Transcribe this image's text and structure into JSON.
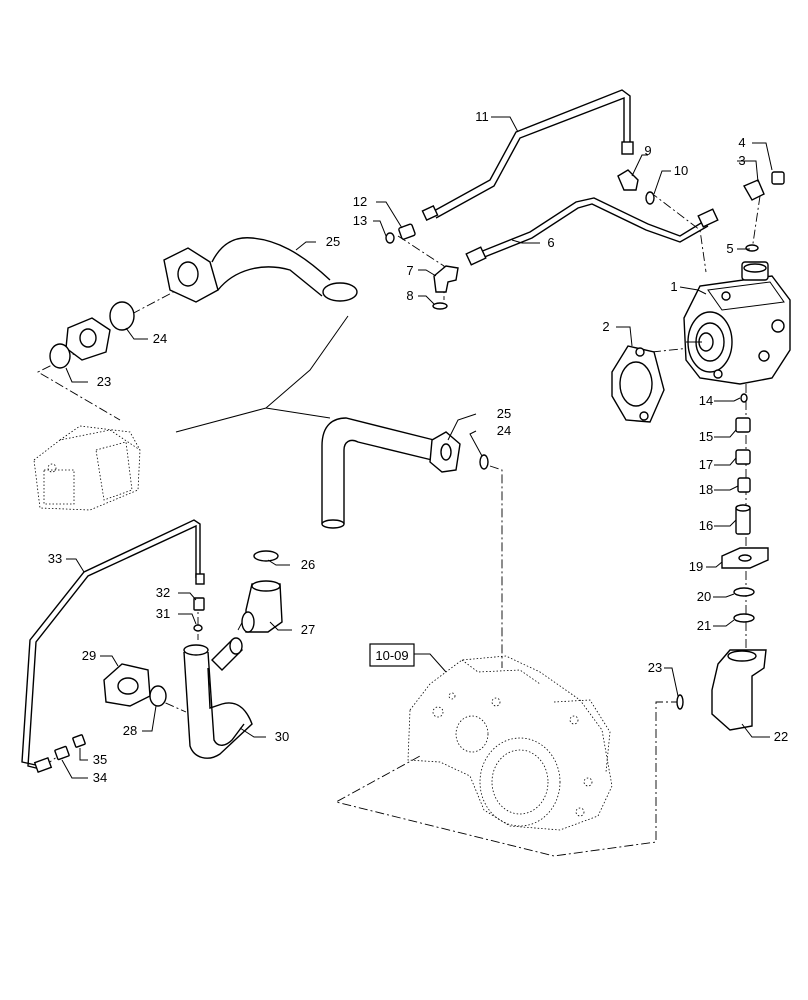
{
  "callouts": [
    {
      "id": "1",
      "text": "1"
    },
    {
      "id": "2",
      "text": "2"
    },
    {
      "id": "3",
      "text": "3"
    },
    {
      "id": "4",
      "text": "4"
    },
    {
      "id": "5",
      "text": "5"
    },
    {
      "id": "6",
      "text": "6"
    },
    {
      "id": "7",
      "text": "7"
    },
    {
      "id": "8",
      "text": "8"
    },
    {
      "id": "9",
      "text": "9"
    },
    {
      "id": "10",
      "text": "10"
    },
    {
      "id": "11",
      "text": "11"
    },
    {
      "id": "12",
      "text": "12"
    },
    {
      "id": "13",
      "text": "13"
    },
    {
      "id": "14",
      "text": "14"
    },
    {
      "id": "15",
      "text": "15"
    },
    {
      "id": "16",
      "text": "16"
    },
    {
      "id": "17",
      "text": "17"
    },
    {
      "id": "18",
      "text": "18"
    },
    {
      "id": "19",
      "text": "19"
    },
    {
      "id": "20",
      "text": "20"
    },
    {
      "id": "21",
      "text": "21"
    },
    {
      "id": "22",
      "text": "22"
    },
    {
      "id": "23a",
      "text": "23"
    },
    {
      "id": "23b",
      "text": "23"
    },
    {
      "id": "24a",
      "text": "24"
    },
    {
      "id": "24b",
      "text": "24"
    },
    {
      "id": "25a",
      "text": "25"
    },
    {
      "id": "25b",
      "text": "25"
    },
    {
      "id": "26",
      "text": "26"
    },
    {
      "id": "27",
      "text": "27"
    },
    {
      "id": "28",
      "text": "28"
    },
    {
      "id": "29",
      "text": "29"
    },
    {
      "id": "30",
      "text": "30"
    },
    {
      "id": "31",
      "text": "31"
    },
    {
      "id": "32",
      "text": "32"
    },
    {
      "id": "33",
      "text": "33"
    },
    {
      "id": "34",
      "text": "34"
    },
    {
      "id": "35",
      "text": "35"
    }
  ],
  "reference_box": {
    "text": "10-09"
  }
}
